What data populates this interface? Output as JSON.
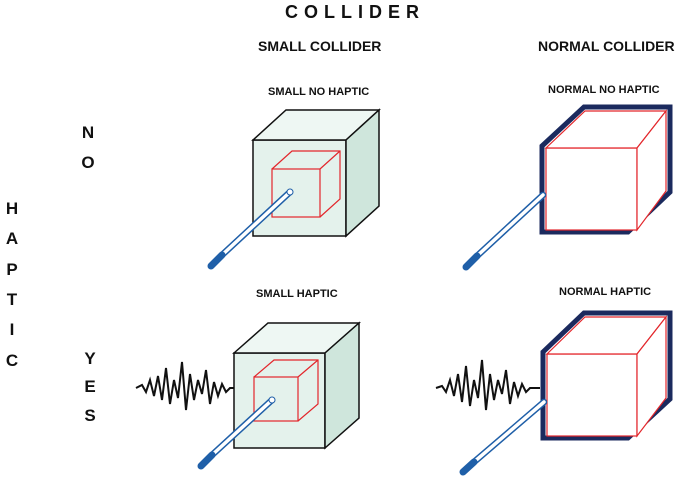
{
  "title": "COLLIDER",
  "columns": {
    "small": "SMALL COLLIDER",
    "normal": "NORMAL COLLIDER"
  },
  "row_axis": {
    "label": "HAPTIC",
    "no": "NO",
    "yes": "YES"
  },
  "cells": {
    "small_no_haptic": "SMALL NO HAPTIC",
    "normal_no_haptic": "NORMAL NO HAPTIC",
    "small_haptic": "SMALL HAPTIC",
    "normal_haptic": "NORMAL HAPTIC"
  },
  "colors": {
    "outer_cube_fill": "#e4f2ec",
    "outer_cube_side": "#cfe6dc",
    "inner_cube": "#e3262b",
    "normal_edge": "#1b2a5e",
    "stylus_blue": "#1f5fa8",
    "wave": "#111111"
  }
}
